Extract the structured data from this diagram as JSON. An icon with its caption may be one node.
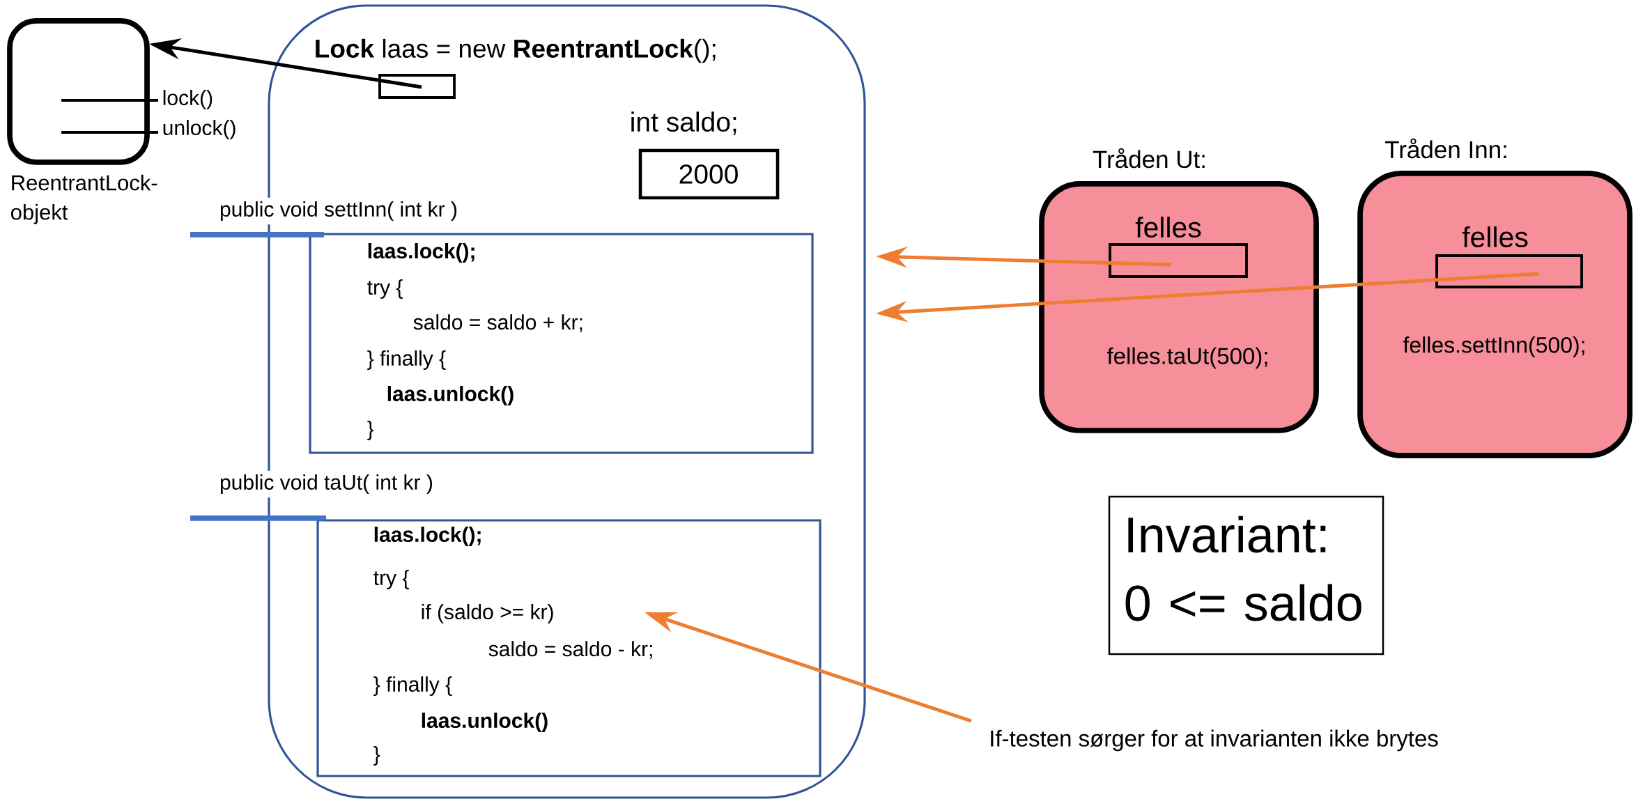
{
  "diagram": {
    "nodes": [
      {
        "text": [],
        "shape": "box",
        "beside": [
          "lock()",
          "unlock()",
          "ReentrantLock-objekt"
        ]
      },
      {
        "text": [
          "**Lock** laas = new **ReentrantLock**();"
        ]
      },
      {
        "text": [
          "int saldo;",
          "2000"
        ],
        "in": 1
      },
      {
        "text": [],
        "shape": "box",
        "in": 1
      },
      {
        "text": [
          "public void settInn( int kr )",
          "laas.lock();",
          "try {",
          "saldo = saldo + kr;",
          "}  finally {",
          "laas.unlock()",
          "}"
        ],
        "in": 1
      },
      {
        "text": [
          "public void  taUt( int kr )",
          "laas.lock();",
          "try {",
          "if (saldo >= kr)",
          "saldo = saldo - kr;",
          "}  finally {",
          "laas.unlock()",
          "}"
        ],
        "in": 1
      },
      {
        "text": [
          "Tråden Ut:",
          "felles.taUt(500);"
        ]
      },
      {
        "text": [
          "felles"
        ],
        "in": 6
      },
      {
        "text": [
          "Tråden Inn:",
          "felles.settInn(500);"
        ]
      },
      {
        "text": [
          "felles"
        ],
        "in": 8
      },
      {
        "text": [
          "Invariant: 0 <= saldo"
        ]
      },
      {
        "text": [
          "If-testen sørger for at invarianten ikke brytes"
        ]
      }
    ],
    "edges": [
      {
        "from": 3,
        "to": 0,
        "arrow": "to",
        "color": "#000000"
      },
      {
        "from": 7,
        "to": 1,
        "arrow": "to",
        "color": "#ed7d31"
      },
      {
        "from": 9,
        "to": 1,
        "arrow": "to",
        "color": "#ed7d31"
      },
      {
        "from": 11,
        "to": 5,
        "arrow": "to",
        "color": "#ed7d31"
      }
    ]
  }
}
